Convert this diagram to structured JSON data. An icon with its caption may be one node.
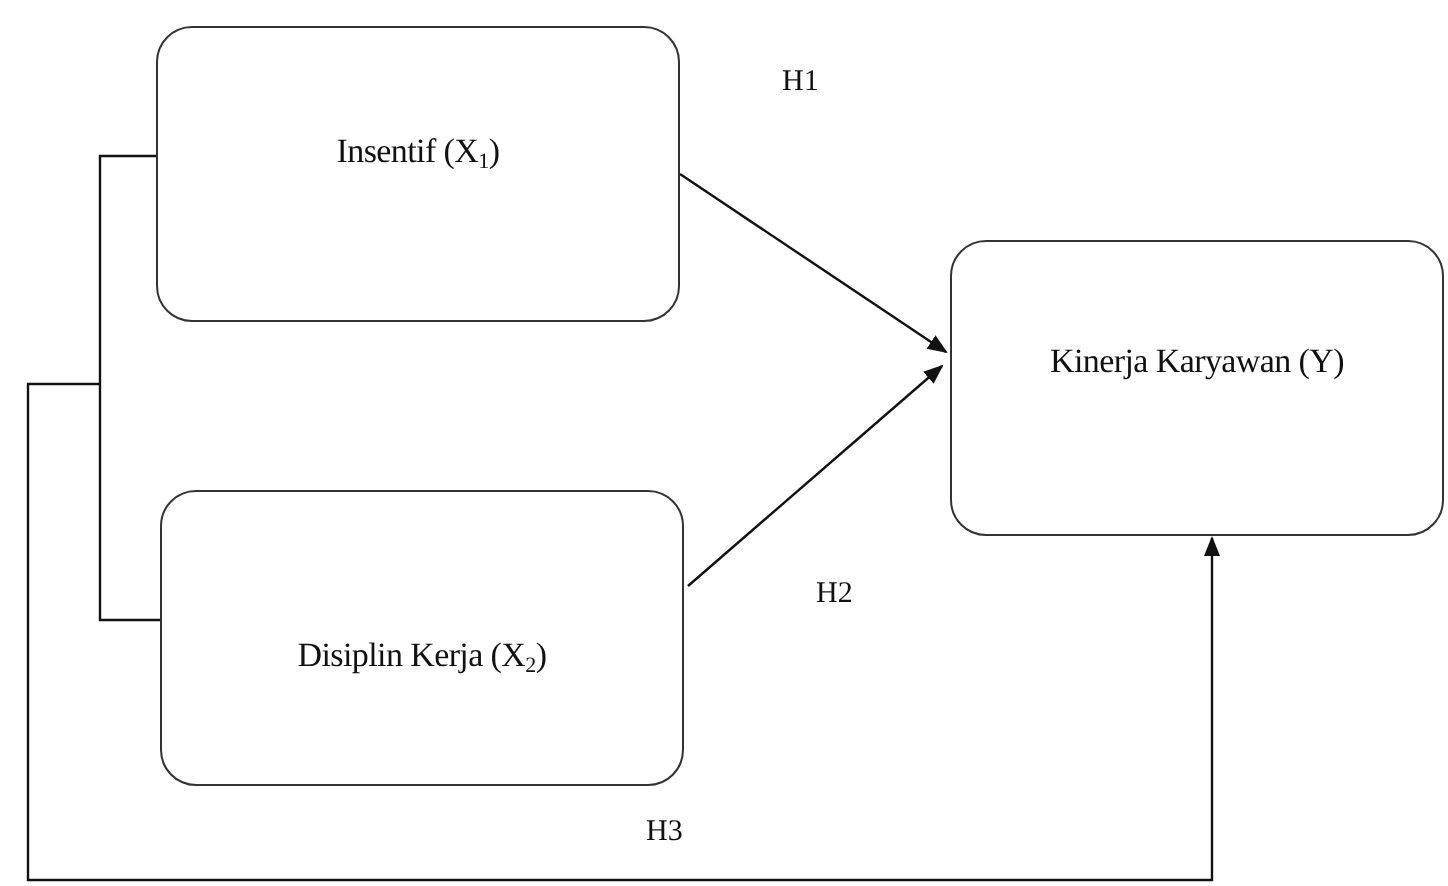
{
  "diagram": {
    "nodes": [
      {
        "text": [
          "Insentif (X$_{1}$)"
        ]
      },
      {
        "text": [
          "Disiplin Kerja (X$_{2}$)"
        ]
      },
      {
        "text": [
          "Kinerja Karyawan (Y)"
        ]
      }
    ],
    "edges": [
      {
        "from": 0,
        "to": 2,
        "arrow": "to",
        "label": "H1"
      },
      {
        "from": 1,
        "to": 2,
        "arrow": "to",
        "label": "H2"
      },
      {
        "from": 0,
        "to": 2,
        "arrow": "to",
        "label": "H3"
      },
      {
        "from": 1,
        "to": 2,
        "arrow": "to"
      }
    ]
  }
}
